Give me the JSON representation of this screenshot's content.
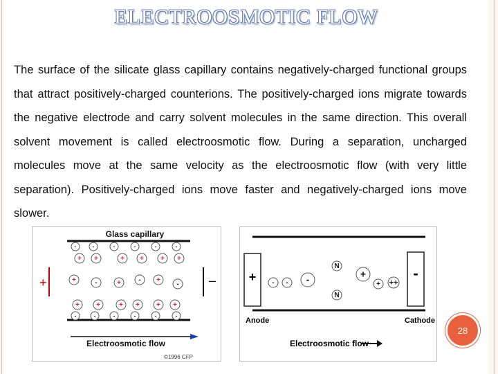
{
  "slide": {
    "title": "ELECTROOSMOTIC FLOW",
    "body": "The surface of the silicate glass capillary contains negatively-charged functional groups that attract positively-charged counterions. The positively-charged ions migrate towards the negative electrode and carry solvent molecules in the same direction. This overall solvent movement is called electroosmotic flow. During a separation, uncharged molecules move at the same velocity as the electroosmotic flow (with very little separation). Positively-charged ions move faster and negatively-charged ions move slower.",
    "page_number": "28"
  },
  "figure_left": {
    "label_top": "Glass capillary",
    "label_bottom": "Electroosmotic flow",
    "electrode_plus": "+",
    "electrode_minus": "–",
    "credit": "©1996 CFP",
    "ion_plus": "+",
    "ion_minus": "-"
  },
  "figure_right": {
    "anode_label": "Anode",
    "cathode_label": "Cathode",
    "flow_label": "Electroosmotic flow",
    "anode_sign": "+",
    "cathode_sign": "-",
    "neutral": "N",
    "ion_plus": "+",
    "ion_minus": "-",
    "ion_double_plus": "++"
  },
  "colors": {
    "title_outline": "#6a7fb8",
    "badge": "#e8603c",
    "ion_red": "#d22"
  }
}
